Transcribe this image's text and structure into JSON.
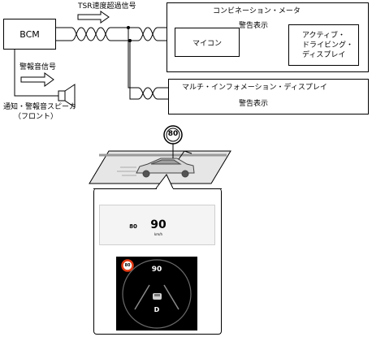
{
  "bcm": {
    "label": "BCM"
  },
  "signals": {
    "tsr_overspeed": "TSR速度超過信号",
    "warning_sound": "警報音信号",
    "warning_display_meter": "警告表示",
    "warning_display_mid": "警告表示"
  },
  "speaker": {
    "label_line1": "通知・警報音スピーカ",
    "label_line2": "（フロント）"
  },
  "combination_meter": {
    "title": "コンビネーション・メータ",
    "microcomputer": "マイコン",
    "active_driving_display": [
      "アクティブ・",
      "ドライビング・",
      "ディスプレイ"
    ]
  },
  "multi_info_display": {
    "title": "マルチ・インフォメーション・ディスプレイ"
  },
  "illustration": {
    "road_sign_speed": "80",
    "hud": {
      "sign_speed": "80",
      "speed": "90",
      "unit": "km/h"
    },
    "mid": {
      "sign_speed": "80",
      "speed": "90",
      "gear": "D"
    }
  }
}
